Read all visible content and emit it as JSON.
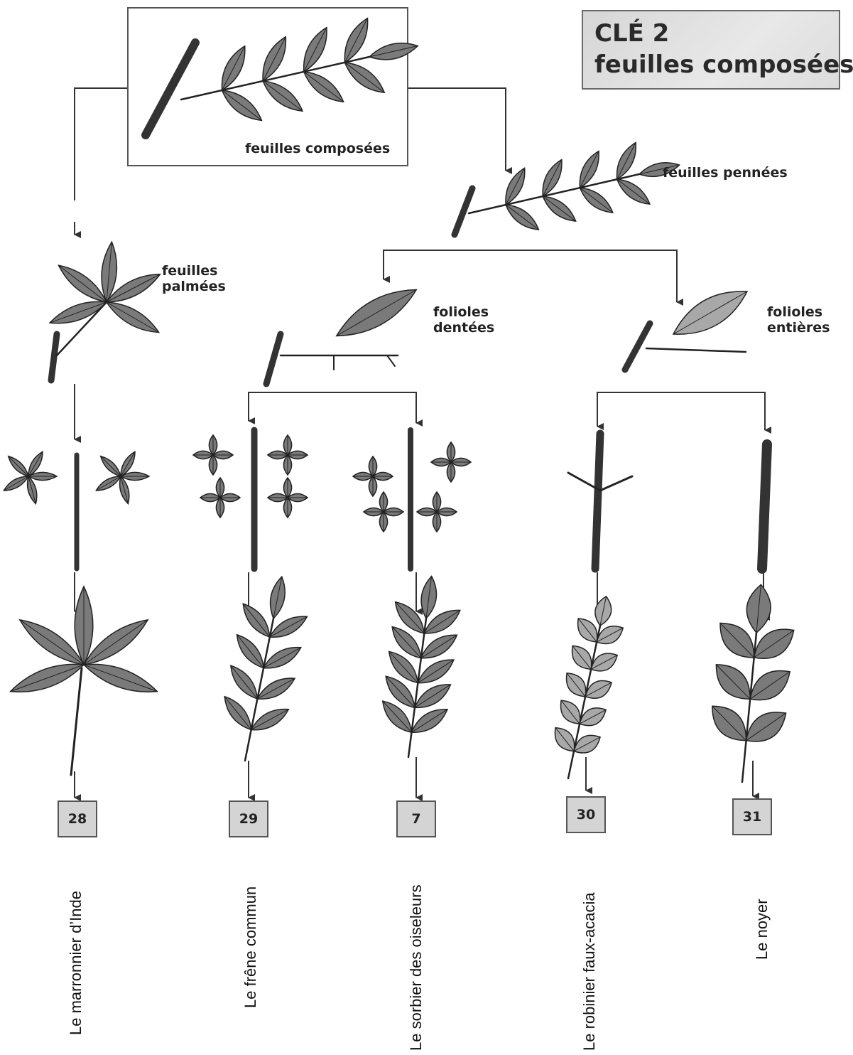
{
  "title": {
    "line1": "CLÉ 2",
    "line2": "feuilles composées"
  },
  "labels": {
    "compound": "feuilles composées",
    "pinnate": "feuilles pennées",
    "palmate": "feuilles\npalmées",
    "toothed": "folioles\ndentées",
    "entire": "folioles\nentières"
  },
  "results": [
    {
      "number": "28",
      "name": "Le marronnier d’Inde"
    },
    {
      "number": "29",
      "name": "Le frêne commun"
    },
    {
      "number": "7",
      "name": "Le sorbier des oiseleurs"
    },
    {
      "number": "30",
      "name": "Le robinier faux-acacia"
    },
    {
      "number": "31",
      "name": "Le noyer"
    }
  ],
  "colors": {
    "line": "#333333",
    "leaf_fill": "#7a7a7a",
    "leaf_light": "#a8a8a8",
    "number_box": "#d4d4d4"
  }
}
